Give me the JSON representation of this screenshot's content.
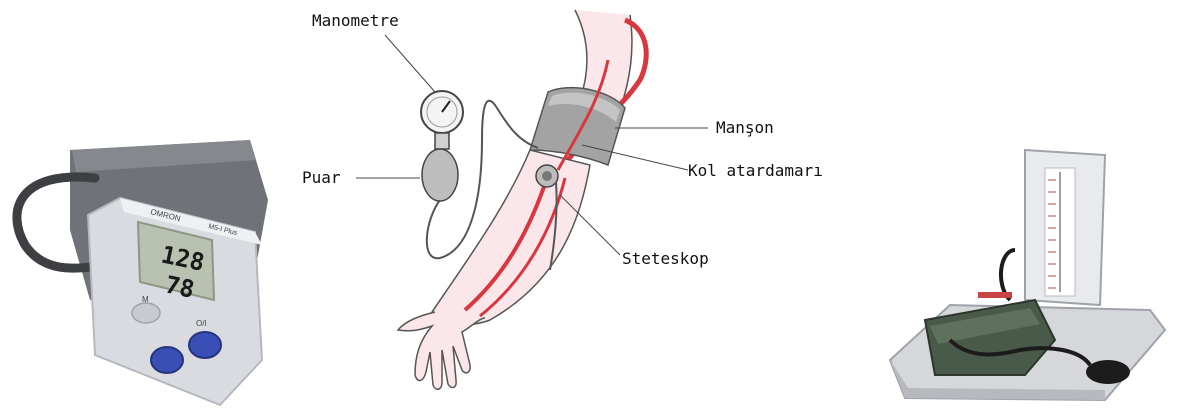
{
  "labels": {
    "manometer": "Manometre",
    "bulb": "Puar",
    "cuff": "Manşon",
    "artery": "Kol atardamarı",
    "stethoscope": "Steteskop"
  },
  "digital_monitor": {
    "brand": "OMRON",
    "model": "M5-I Plus",
    "systolic": "128",
    "diastolic": "78",
    "button_m": "M",
    "button_power": "O/I"
  },
  "colors": {
    "artery": "#d9363e",
    "cuff": "#8c8c8c",
    "button": "#3a4fb5"
  }
}
